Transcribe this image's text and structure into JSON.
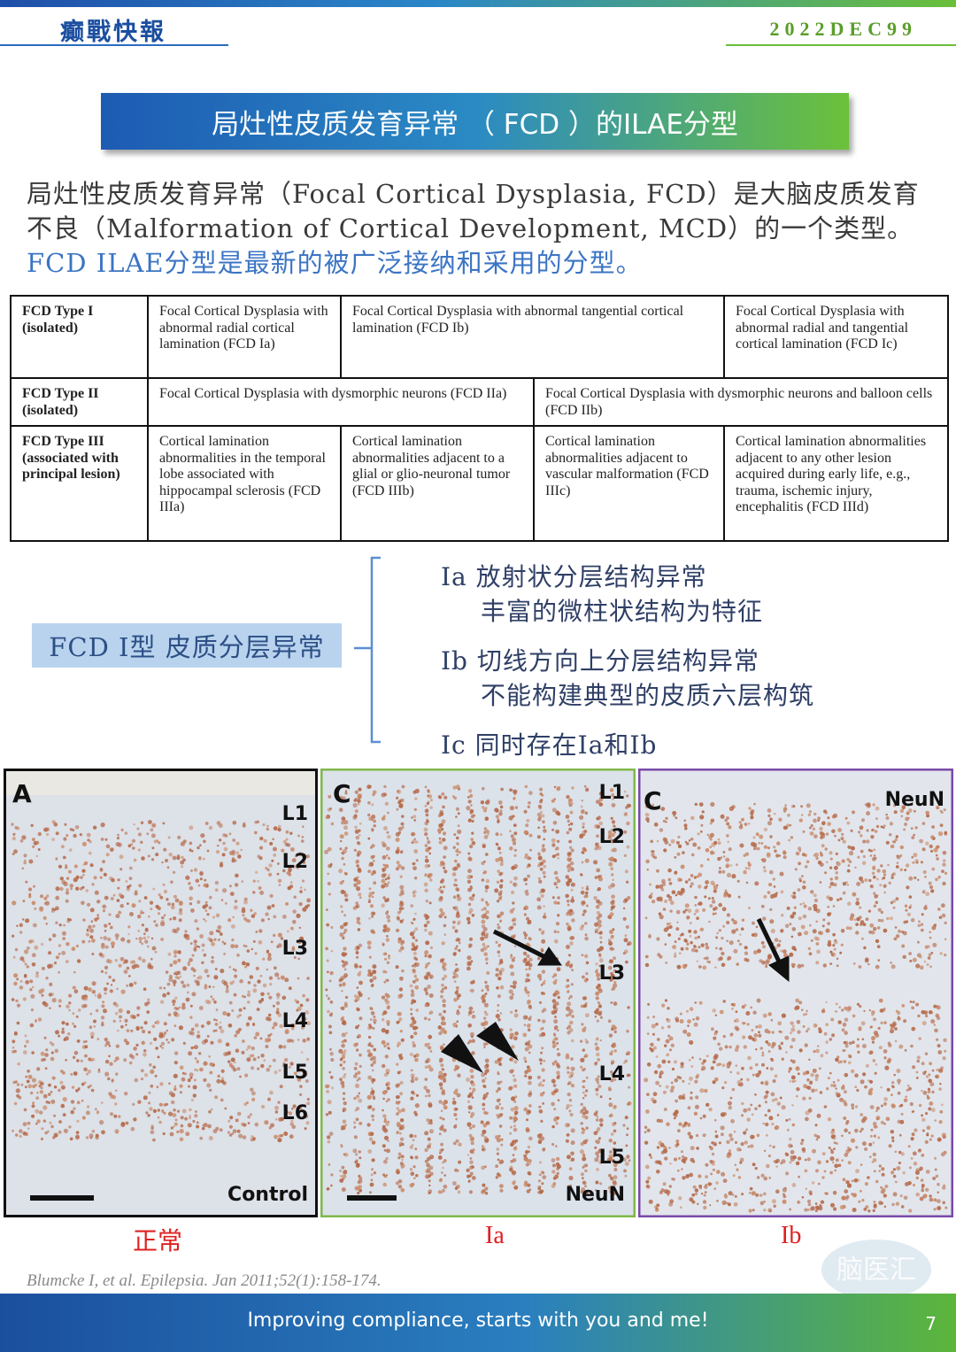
{
  "header": {
    "logo_text": "癫戰快報",
    "issue_text": "2022DEC99",
    "colors": {
      "brand_blue": "#1b4ea0",
      "brand_green": "#6abf3a"
    }
  },
  "banner": {
    "title": "局灶性皮质发育异常 （ FCD ）的ILAE分型"
  },
  "intro": {
    "text_dark": "局灶性皮质发育异常（Focal Cortical Dysplasia, FCD）是大脑皮质发育不良（Malformation of Cortical Development, MCD）的一个类型。",
    "text_highlight": "FCD ILAE分型是最新的被广泛接纳和采用的分型。"
  },
  "table": {
    "rows": [
      {
        "head": [
          "FCD Type I",
          "(isolated)"
        ],
        "cells": [
          "Focal Cortical Dysplasia with abnormal radial cortical lamination (FCD Ia)",
          "Focal Cortical Dysplasia with abnormal tangential cortical lamination (FCD Ib)",
          "Focal Cortical Dysplasia with abnormal radial and tangential cortical lamination (FCD Ic)"
        ]
      },
      {
        "head": [
          "FCD Type II",
          "(isolated)"
        ],
        "cells": [
          "Focal Cortical Dysplasia with dysmorphic neurons (FCD IIa)",
          "Focal Cortical Dysplasia with dysmorphic neurons and balloon cells (FCD IIb)"
        ]
      },
      {
        "head": [
          "FCD Type III",
          "(associated with",
          "principal lesion)"
        ],
        "cells": [
          "Cortical lamination abnormalities in the temporal lobe associated with hippocampal sclerosis (FCD IIIa)",
          "Cortical lamination abnormalities adjacent to a glial or glio-neuronal tumor (FCD IIIb)",
          "Cortical lamination abnormalities adjacent to vascular malformation (FCD IIIc)",
          "Cortical lamination abnormalities adjacent to any other lesion acquired during early life, e.g., trauma, ischemic injury, encephalitis (FCD IIId)"
        ]
      }
    ]
  },
  "classification": {
    "main_label": "FCD I型 皮质分层异常",
    "items": [
      {
        "line1": "Ia 放射状分层结构异常",
        "line2": "丰富的微柱状结构为特征"
      },
      {
        "line1": "Ib 切线方向上分层结构异常",
        "line2": "不能构建典型的皮质六层构筑"
      },
      {
        "line1": "Ic 同时存在Ia和Ib",
        "line2": ""
      }
    ]
  },
  "figures": [
    {
      "panel_letter": "A",
      "layer_labels": [
        "L1",
        "L2",
        "L3",
        "L4",
        "L5",
        "L6"
      ],
      "corner_label": "Control",
      "caption": "正常",
      "border_color": "#111111"
    },
    {
      "panel_letter": "C",
      "layer_labels": [
        "L1",
        "L2",
        "L3",
        "L4",
        "L5"
      ],
      "corner_label": "NeuN",
      "caption": "Ia",
      "border_color": "#7fb84a"
    },
    {
      "panel_letter": "C",
      "layer_labels": [],
      "corner_label": "NeuN",
      "caption": "Ib",
      "border_color": "#7a4aa8"
    }
  ],
  "reference": "Blumcke I, et al. Epilepsia. Jan 2011;52(1):158-174.",
  "watermark_text": "脑医汇",
  "footer": {
    "slogan": "Improving compliance, starts with you and me!",
    "page_number": "7"
  }
}
